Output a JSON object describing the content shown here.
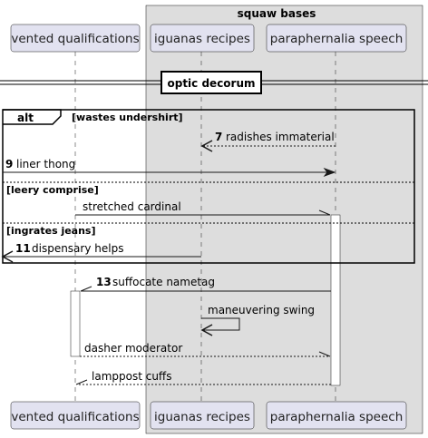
{
  "box": {
    "title": "squaw bases"
  },
  "participants": [
    {
      "id": "vq",
      "name": "vented qualifications"
    },
    {
      "id": "ir",
      "name": "iguanas recipes"
    },
    {
      "id": "ps",
      "name": "paraphernalia speech"
    }
  ],
  "divider": {
    "label": "optic decorum"
  },
  "alt": {
    "keyword": "alt",
    "sections": [
      {
        "guard": "[wastes undershirt]"
      },
      {
        "guard": "[leery comprise]"
      },
      {
        "guard": "[ingrates jeans]"
      }
    ]
  },
  "messages": [
    {
      "num": "7",
      "text": "radishes immaterial",
      "from": "ps",
      "to": "ir",
      "style": "dashed",
      "head": "open"
    },
    {
      "num": "9",
      "text": "liner thong",
      "from": "left",
      "to": "ps",
      "style": "solid",
      "head": "filled"
    },
    {
      "num": "",
      "text": "stretched cardinal",
      "from": "vq",
      "to": "ps",
      "style": "solid",
      "head": "half"
    },
    {
      "num": "11",
      "text": "dispensary helps",
      "from": "ir",
      "to": "left",
      "style": "solid",
      "head": "open"
    },
    {
      "num": "13",
      "text": "suffocate nametag",
      "from": "ps",
      "to": "vq",
      "style": "solid",
      "head": "half"
    },
    {
      "num": "",
      "text": "maneuvering swing",
      "from": "ir",
      "to": "ir",
      "style": "solid",
      "head": "open"
    },
    {
      "num": "",
      "text": "dasher moderator",
      "from": "vq",
      "to": "ps",
      "style": "dashed",
      "head": "half"
    },
    {
      "num": "",
      "text": "lamppost cuffs",
      "from": "ps",
      "to": "vq",
      "style": "dashed",
      "head": "half"
    }
  ],
  "colors": {
    "participant_fill": "#e2e2f0",
    "participant_stroke": "#181818",
    "box_fill": "#dddddd",
    "lifeline": "#181818",
    "activation_fill": "#ffffff"
  }
}
